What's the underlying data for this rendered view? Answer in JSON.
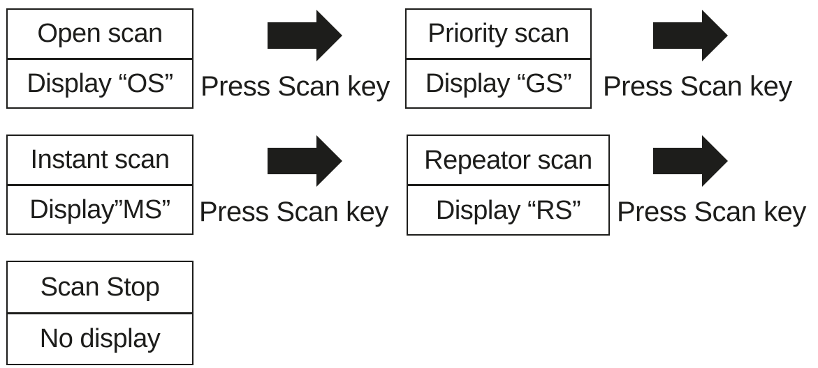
{
  "diagram": {
    "title": "scan-mode-cycle-flow",
    "arrow_label": "Press Scan key",
    "boxes": [
      {
        "title": "Open scan",
        "display": "Display “OS”"
      },
      {
        "title": "Priority scan",
        "display": "Display “GS”"
      },
      {
        "title": "Instant scan",
        "display": "Display”MS”"
      },
      {
        "title": "Repeator scan",
        "display": "Display “RS”"
      },
      {
        "title": "Scan Stop",
        "display": "No display"
      }
    ],
    "colors": {
      "ink": "#1d1d1b",
      "background": "#ffffff"
    }
  }
}
